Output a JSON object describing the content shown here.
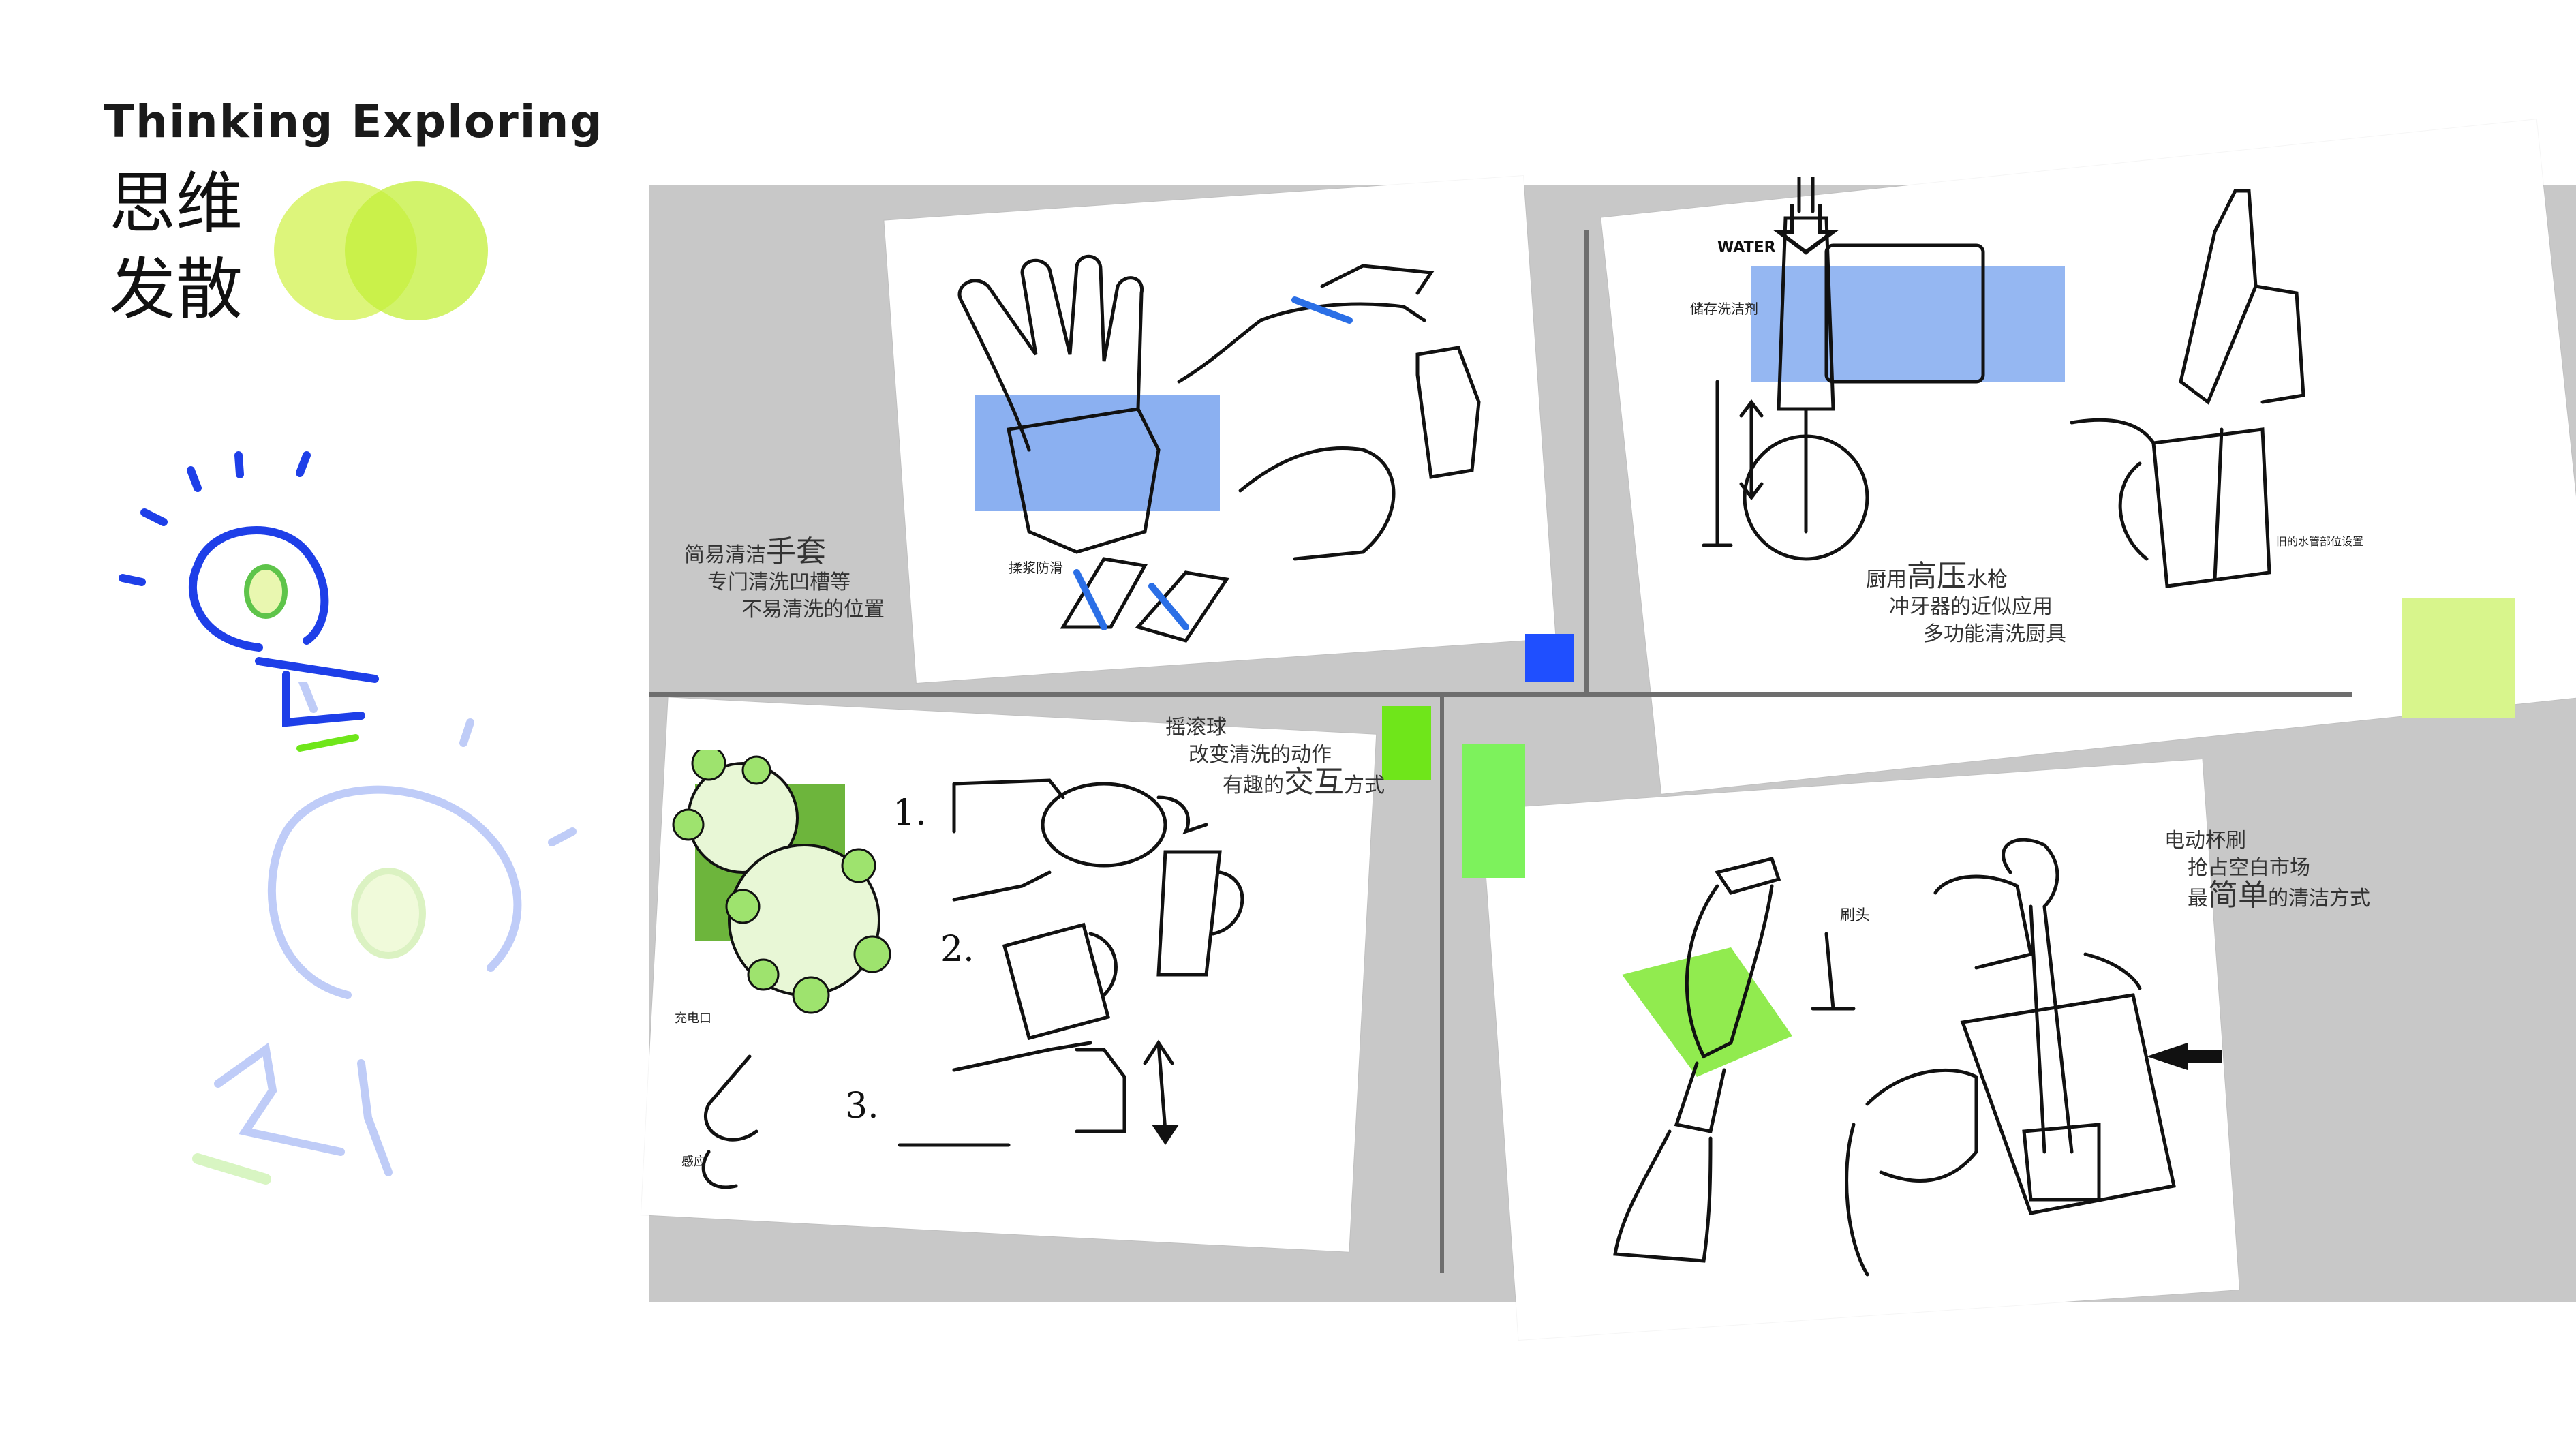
{
  "header": {
    "title_en": "Thinking Exploring",
    "title_cn_line1": "思维",
    "title_cn_line2": "发散"
  },
  "panels": [
    {
      "id": "glove",
      "caption": {
        "pre": "简易清洁",
        "emph": "手套",
        "line2": "专门清洗凹槽等",
        "line3": "不易清洗的位置"
      },
      "sketch_note": "揉浆防滑"
    },
    {
      "id": "water-gun",
      "caption": {
        "pre": "厨用",
        "emph": "高压",
        "post": "水枪",
        "line2": "冲牙器的近似应用",
        "line3": "多功能清洗厨具"
      },
      "sketch_water": "WATER",
      "sketch_note_left": "储存洗洁剂",
      "sketch_note_right": "旧的水管部位设置"
    },
    {
      "id": "shake-ball",
      "caption": {
        "line1": "摇滚球",
        "line2": "改变清洗的动作",
        "pre": "有趣的",
        "emph": "交互",
        "post": "方式"
      },
      "steps": [
        "1.",
        "2.",
        "3."
      ],
      "sketch_note_charge": "充电口",
      "sketch_note_bottom": "感应"
    },
    {
      "id": "cup-brush",
      "caption": {
        "line1": "电动杯刷",
        "line2": "抢占空白市场",
        "pre": "最",
        "emph": "简单",
        "post": "的清洁方式"
      },
      "sketch_note": "刷头"
    }
  ],
  "colors": {
    "accent_lime": "#c6f25a",
    "accent_green": "#6fe61a",
    "accent_blue": "#1f4fff",
    "panel_grey": "#c8c8c8",
    "marker_blue": "#2b6fe6"
  }
}
